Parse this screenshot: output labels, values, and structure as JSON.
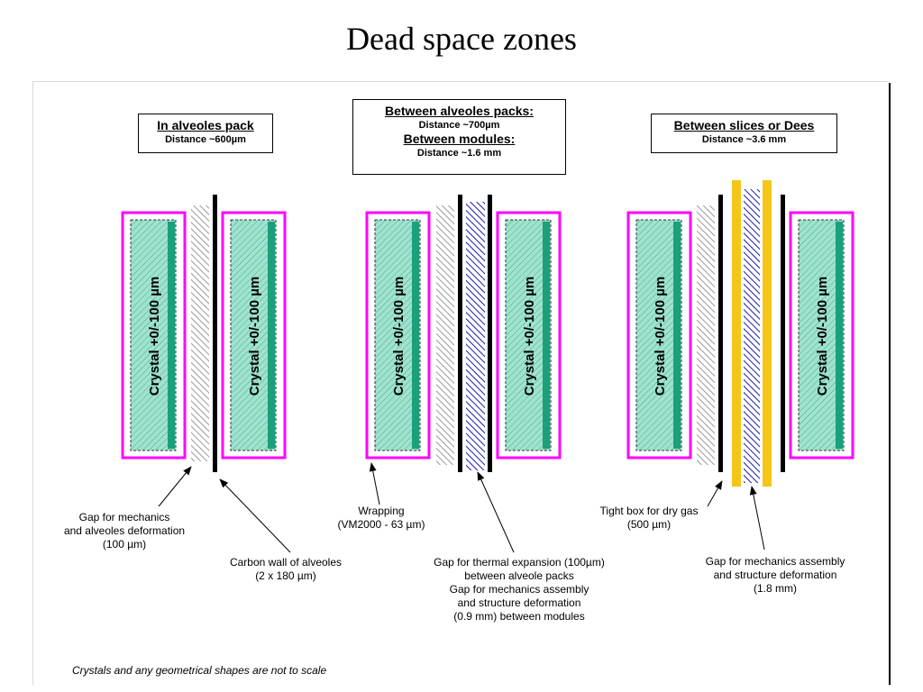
{
  "title": "Dead space zones",
  "crystal_label": "Crystal +0/-100 µm",
  "boxes": {
    "alveoles_pack": {
      "heading": "In alveoles pack",
      "distance": "Distance ~600µm"
    },
    "between_packs": {
      "heading1": "Between alveoles packs:",
      "distance1": "Distance ~700µm",
      "heading2": "Between modules:",
      "distance2": "Distance ~1.6 mm"
    },
    "between_slices": {
      "heading": "Between slices or Dees",
      "distance": "Distance ~3.6 mm"
    }
  },
  "labels": {
    "gap_mechanics": [
      "Gap for mechanics",
      "and alveoles deformation",
      "(100 µm)"
    ],
    "carbon_wall": [
      "Carbon wall of alveoles",
      "(2 x 180 µm)"
    ],
    "wrapping": [
      "Wrapping",
      "(VM2000 - 63 µm)"
    ],
    "thermal": [
      "Gap for thermal expansion (100µm)",
      "between alveole packs",
      "Gap for mechanics assembly",
      "and structure deformation",
      "(0.9 mm) between modules"
    ],
    "tight_box": [
      "Tight box for dry gas",
      "(500 µm)"
    ],
    "gap_assembly": [
      "Gap for mechanics assembly",
      "and structure deformation",
      "(1.8 mm)"
    ]
  },
  "footnote": "Crystals and any geometrical shapes are not to scale",
  "colors": {
    "wrapping": "#ff00ff",
    "crystal_fill": "#9fe3cf",
    "crystal_stripe": "#1aa07a",
    "tight_box": "#f5c518",
    "blue_hatch": "#1a1ab0",
    "gray_hatch": "#999999"
  }
}
